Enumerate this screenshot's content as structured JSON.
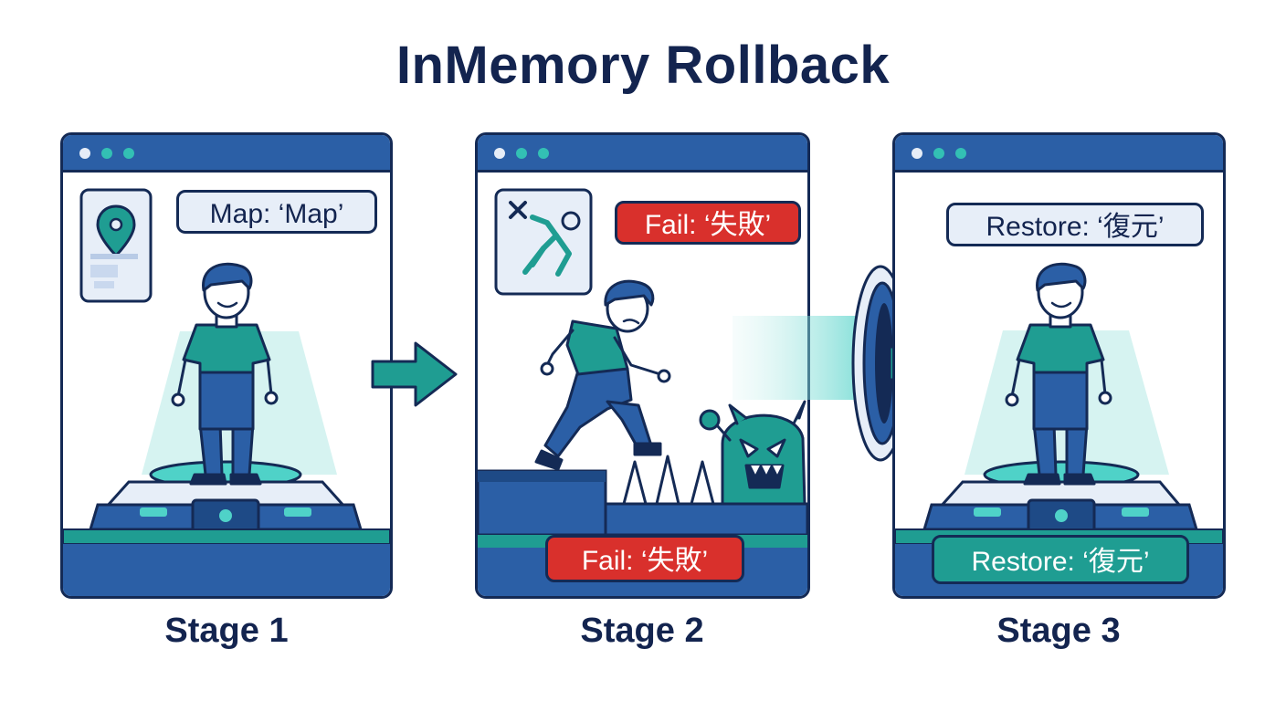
{
  "title": "InMemory Rollback",
  "stages": [
    {
      "label": "Stage 1",
      "callout": "Map: ‘Map’",
      "icon": "map-pin-icon"
    },
    {
      "label": "Stage 2",
      "callout": "Fail: ‘失敗’",
      "banner": "Fail: ‘失敗’",
      "icon": "falling-person-icon"
    },
    {
      "label": "Stage 3",
      "callout": "Restore: ‘復元’",
      "banner": "Restore: ‘復元’",
      "icon": "portal-icon"
    }
  ],
  "colors": {
    "navy": "#142a55",
    "blue": "#2b5fa6",
    "teal": "#1f9d92",
    "red": "#d9302c",
    "light": "#e7eef8"
  }
}
